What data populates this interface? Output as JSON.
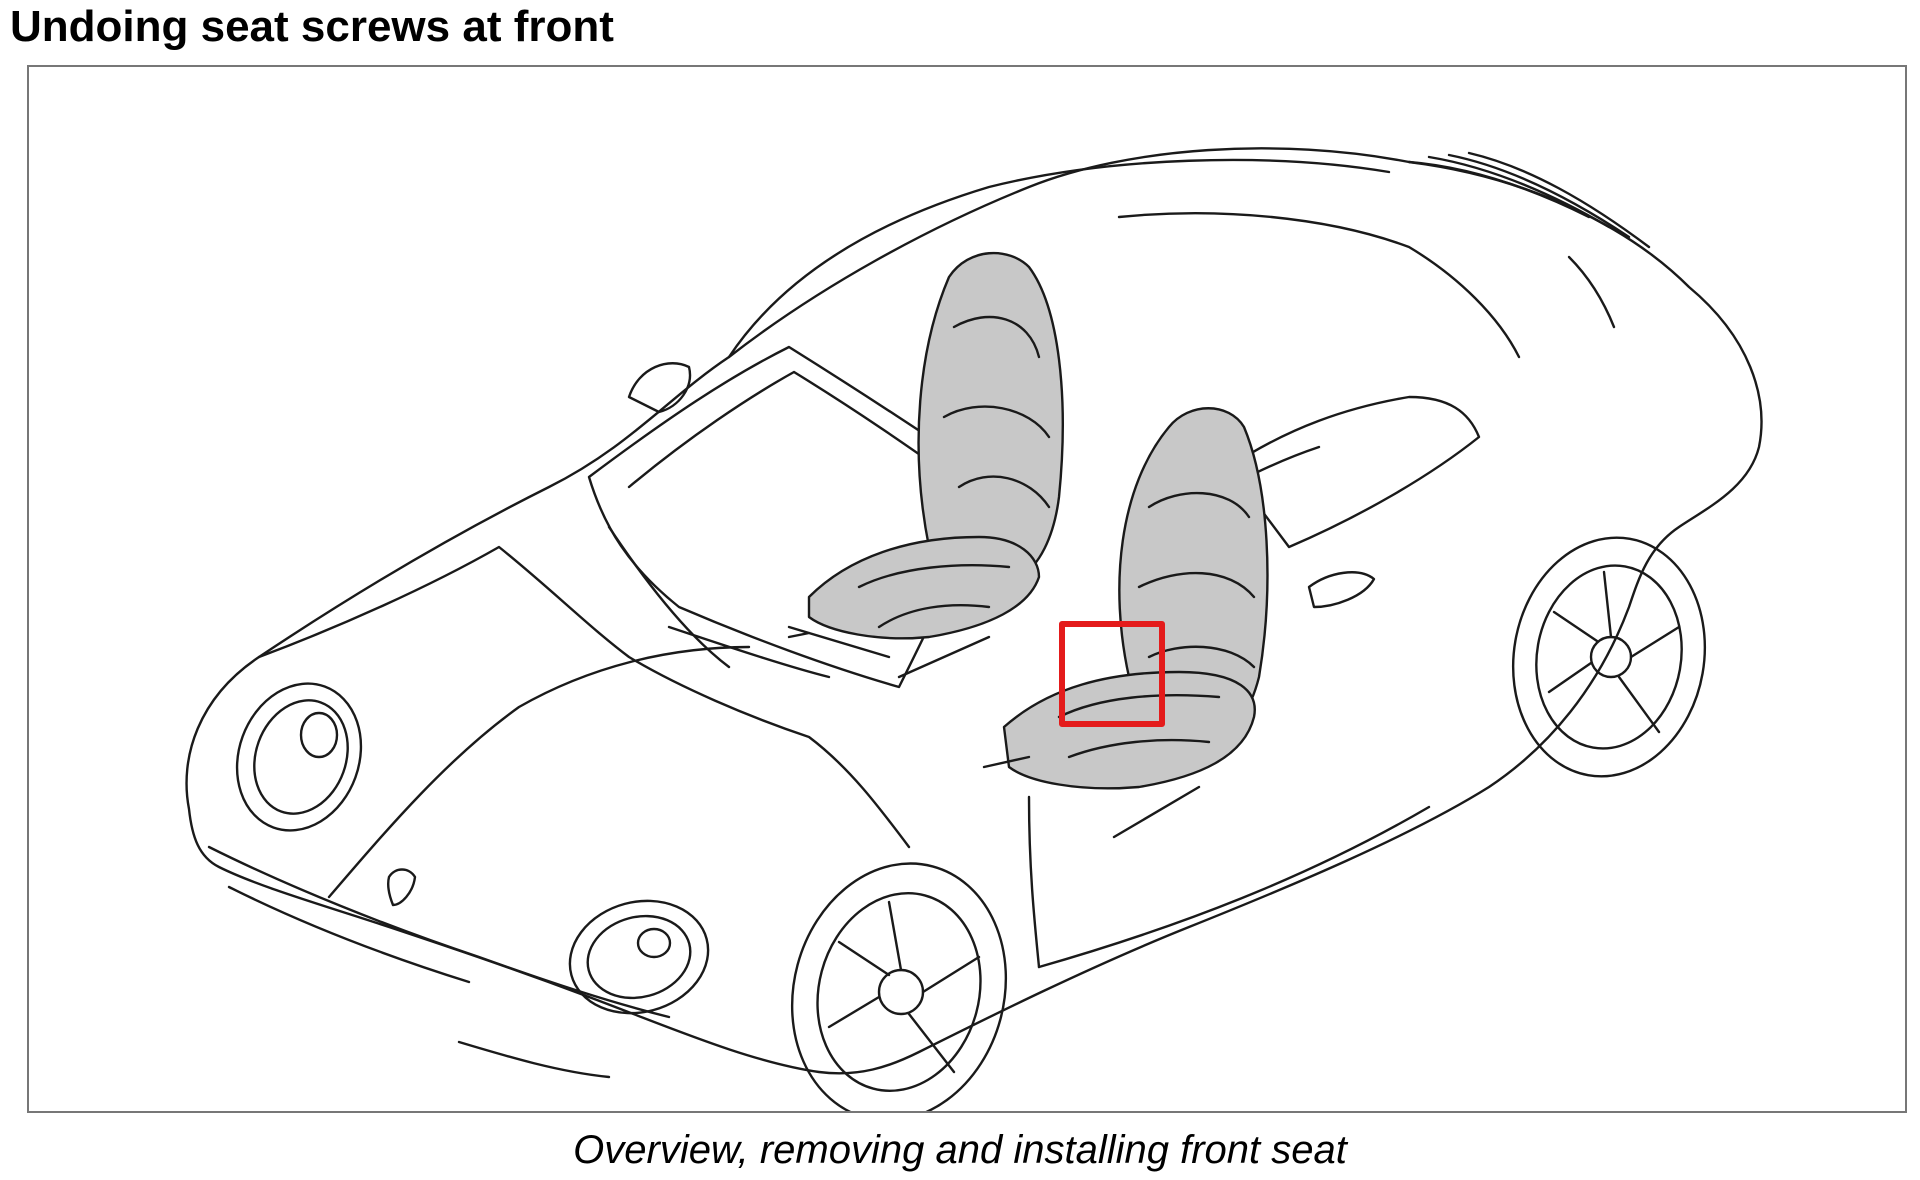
{
  "document": {
    "title": "Undoing seat screws at front",
    "caption": "Overview, removing and installing front seat"
  },
  "figure": {
    "subject": "car-overview-illustration",
    "highlight_color": "#e41b1b",
    "seat_fill_color": "#c8c8c8",
    "line_color": "#1a1a1a"
  }
}
